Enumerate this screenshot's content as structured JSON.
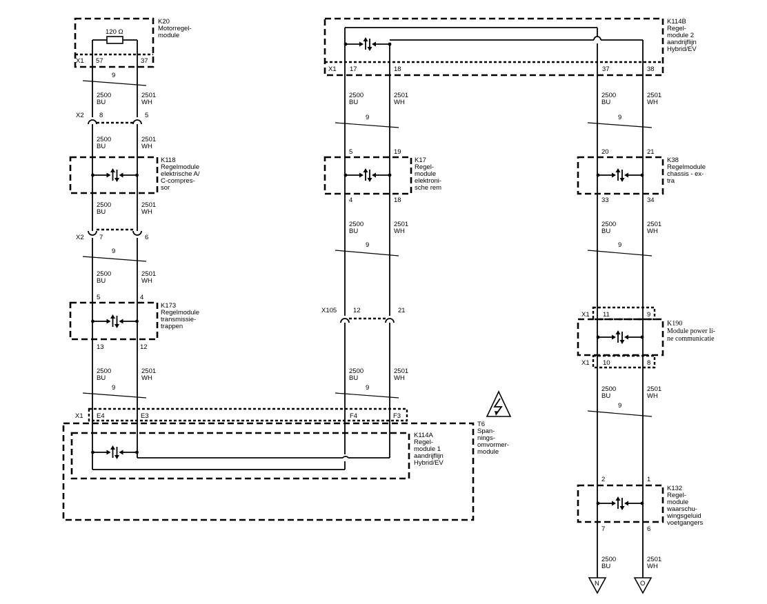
{
  "modules": {
    "k20": {
      "id": "K20",
      "lines": [
        "Motorregel-",
        "module"
      ]
    },
    "k114b": {
      "id": "K114B",
      "lines": [
        "Regel-",
        "module 2",
        "aandrijflijn",
        "Hybrid/EV"
      ]
    },
    "k118": {
      "id": "K118",
      "lines": [
        "Regelmodule",
        "elektrische A/",
        "C-compres-",
        "sor"
      ]
    },
    "k17": {
      "id": "K17",
      "lines": [
        "Regel-",
        "module",
        "elektroni-",
        "sche rem"
      ]
    },
    "k38": {
      "id": "K38",
      "lines": [
        "Regelmodule",
        "chassis - ex-",
        "tra"
      ]
    },
    "k173": {
      "id": "K173",
      "lines": [
        "Regelmodule",
        "transmissie-",
        "trappen"
      ]
    },
    "k190": {
      "id": "K190",
      "lines": [
        "Module power li-",
        "ne communicatie"
      ]
    },
    "k114a": {
      "id": "K114A",
      "lines": [
        "Regel-",
        "module 1",
        "aandrijflijn",
        "Hybrid/EV"
      ]
    },
    "t6": {
      "id": "T6",
      "lines": [
        "Span-",
        "nings-",
        "omvormer-",
        "module"
      ]
    },
    "k132": {
      "id": "K132",
      "lines": [
        "Regel-",
        "module",
        "waarschu-",
        "wingsgeluid",
        "voetgangers"
      ]
    }
  },
  "resistor": "120 Ω",
  "connectors": {
    "x1": "X1",
    "x2": "X2",
    "x105": "X105"
  },
  "wire_bu": {
    "num": "2500",
    "color": "BU"
  },
  "wire_wh": {
    "num": "2501",
    "color": "WH"
  },
  "twist_count": "9",
  "pins": {
    "p57": "57",
    "p37": "37",
    "p17": "17",
    "p18": "18",
    "p37b": "37",
    "p38": "38",
    "p8": "8",
    "p5": "5",
    "p5b": "5",
    "p19": "19",
    "p20": "20",
    "p21": "21",
    "p4": "4",
    "p18b": "18",
    "p33": "33",
    "p34": "34",
    "p7": "7",
    "p6": "6",
    "p5c": "5",
    "p4b": "4",
    "p12": "12",
    "p21b": "21",
    "p11": "11",
    "p9": "9",
    "p13": "13",
    "p12b": "12",
    "p10": "10",
    "p8b": "8",
    "pE4": "E4",
    "pE3": "E3",
    "pF4": "F4",
    "pF3": "F3",
    "p2": "2",
    "p1": "1",
    "p7b": "7",
    "p6b": "6"
  },
  "refs": {
    "n": "N",
    "o": "O"
  }
}
